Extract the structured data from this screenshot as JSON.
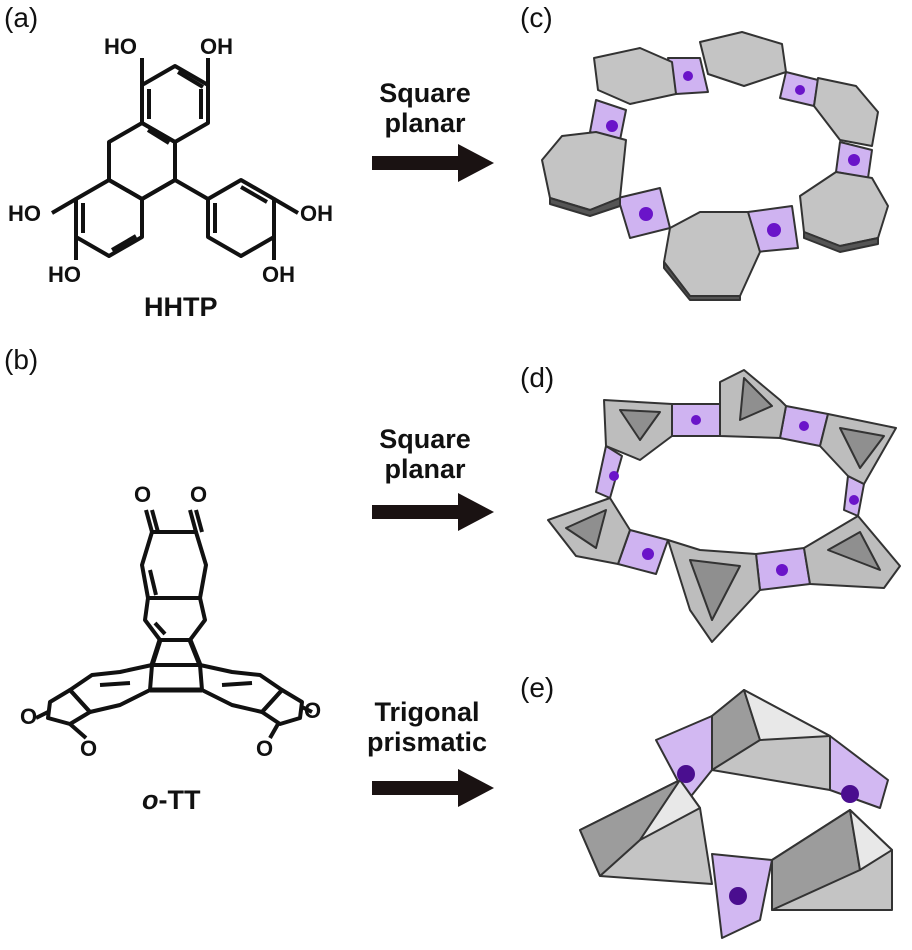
{
  "panels": {
    "a": "(a)",
    "b": "(b)",
    "c": "(c)",
    "d": "(d)",
    "e": "(e)"
  },
  "molecules": {
    "hhtp": "HHTP",
    "ott_prefix": "o",
    "ott_suffix": "-TT",
    "hydroxyl": "HO",
    "hydroxyl_right": "OH",
    "oxygen": "O"
  },
  "arrows": {
    "first": {
      "line1": "Square",
      "line2": "planar"
    },
    "second": {
      "line1": "Square",
      "line2": "planar"
    },
    "third": {
      "line1": "Trigonal",
      "line2": "prismatic"
    }
  },
  "colors": {
    "linker_gray": "#c4c4c4",
    "linker_edge": "#333333",
    "metal_node": "#b78de8",
    "metal_atom": "#6a14c9",
    "arrow": "#1a1212"
  }
}
